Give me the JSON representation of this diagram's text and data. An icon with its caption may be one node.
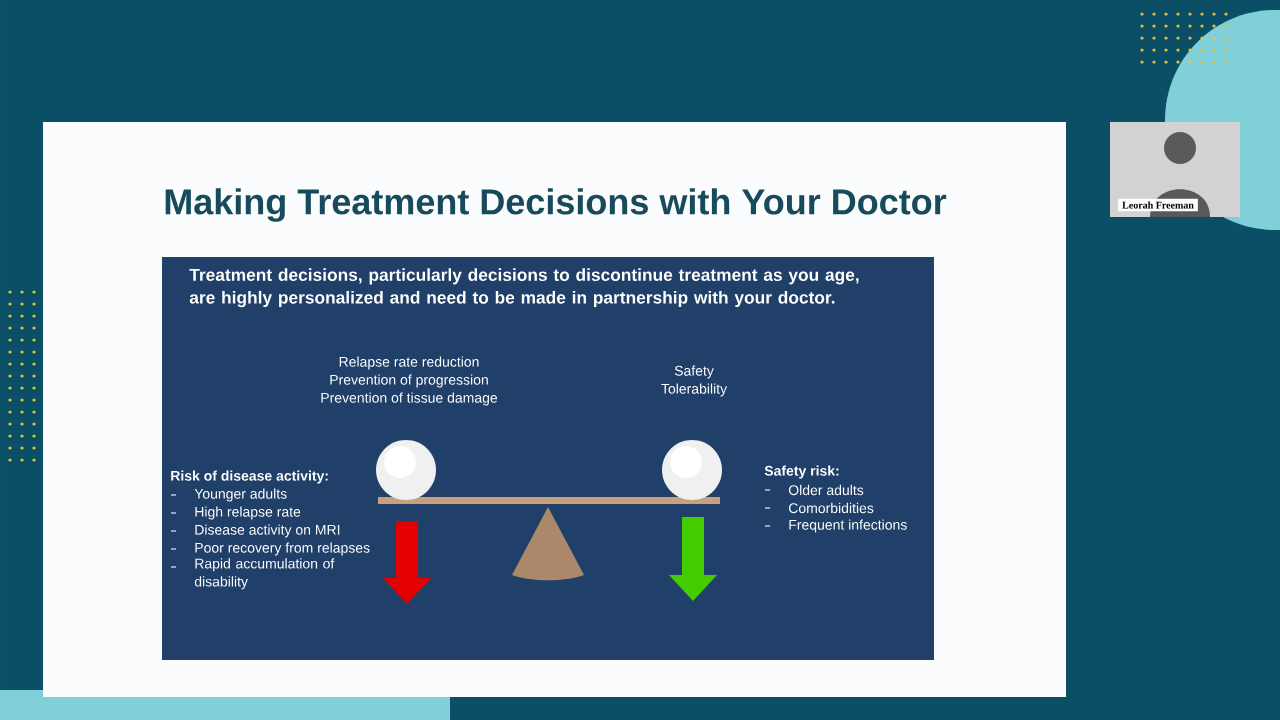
{
  "diagram": {
    "title": "Making Treatment Decisions with Your Doctor",
    "labels": [
      "Treatment decisions, particularly decisions to discontinue treatment as you age, are highly personalized and need to be made in partnership with your doctor.",
      "Relapse rate reduction",
      "Prevention of progression",
      "Prevention of tissue damage",
      "Safety",
      "Tolerability",
      "Risk of disease activity:",
      "Younger adults",
      "High relapse rate",
      "Disease activity on MRI",
      "Poor recovery from relapses",
      "Rapid accumulation of disability",
      "Safety risk:",
      "Older adults",
      "Comorbidities",
      "Frequent infections",
      "Leorah Freeman"
    ]
  }
}
